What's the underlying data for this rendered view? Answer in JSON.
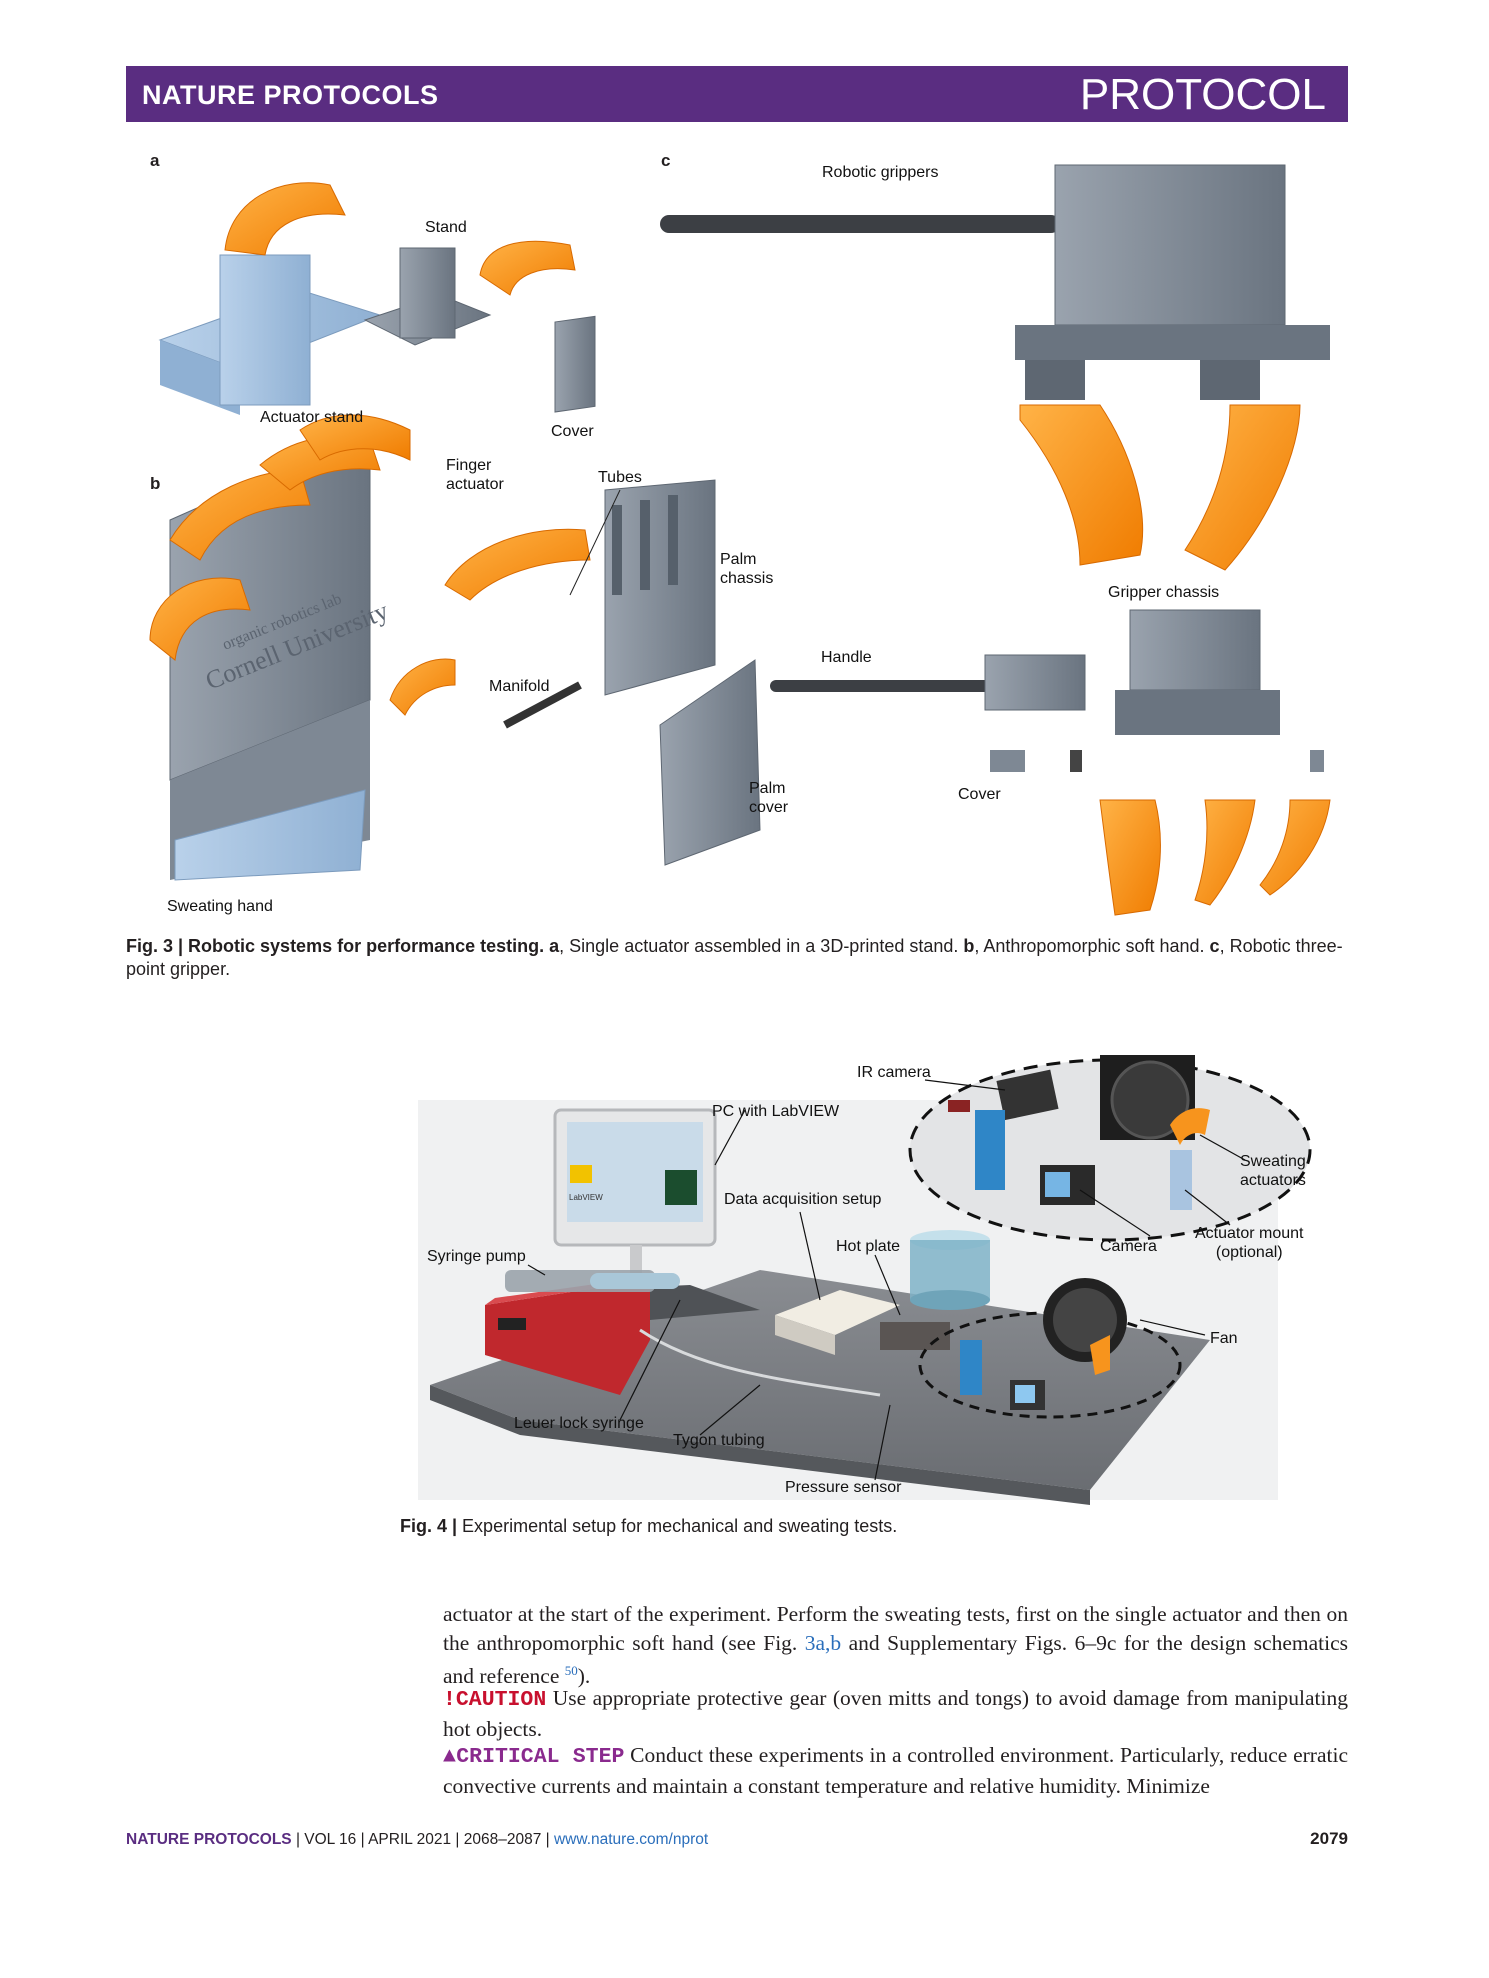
{
  "header": {
    "journal": "NATURE PROTOCOLS",
    "article_type": "PROTOCOL"
  },
  "fig3": {
    "panel_a": "a",
    "panel_b": "b",
    "panel_c": "c",
    "labels": {
      "stand": "Stand",
      "actuator_stand": "Actuator stand",
      "cover_a": "Cover",
      "finger_actuator": "Finger\nactuator",
      "tubes": "Tubes",
      "palm_chassis": "Palm\nchassis",
      "manifold": "Manifold",
      "palm_cover": "Palm\ncover",
      "sweating_hand": "Sweating hand",
      "robotic_grippers": "Robotic grippers",
      "gripper_chassis": "Gripper chassis",
      "handle": "Handle",
      "cover_c": "Cover"
    },
    "caption_label": "Fig. 3 | Robotic systems for performance testing.",
    "caption_a": "a",
    "caption_a_text": ", Single actuator assembled in a 3D-printed stand. ",
    "caption_b": "b",
    "caption_b_text": ", Anthropomorphic soft hand. ",
    "caption_c": "c",
    "caption_c_text": ", Robotic three-point gripper."
  },
  "fig4": {
    "labels": {
      "ir_camera": "IR camera",
      "pc_labview": "PC with LabVIEW",
      "sweating_actuators": "Sweating\nactuators",
      "data_acquisition": "Data acquisition setup",
      "hot_plate": "Hot plate",
      "camera": "Camera",
      "actuator_mount": "Actuator mount\n(optional)",
      "syringe_pump": "Syringe pump",
      "fan": "Fan",
      "leuer_lock_syringe": "Leuer lock syringe",
      "tygon_tubing": "Tygon tubing",
      "pressure_sensor": "Pressure sensor"
    },
    "screen_logo": "LabVIEW",
    "hand_engraving": {
      "line1": "organic robotics lab",
      "line2": "Cornell University"
    },
    "caption_label": "Fig. 4 |",
    "caption_text": " Experimental setup for mechanical and sweating tests."
  },
  "body": {
    "p1_a": "actuator at the start of the experiment. Perform the sweating tests, first on the single actuator and then on the anthropomorphic soft hand (see Fig. ",
    "p1_link": "3a,b",
    "p1_b": " and Supplementary Figs. 6–9c for the design schematics and reference ",
    "p1_ref": "50",
    "p1_c": ").",
    "caution_label": "!CAUTION",
    "caution_text": " Use appropriate protective gear (oven mitts and tongs) to avoid damage from manipulating hot objects.",
    "critical_label": "▲CRITICAL STEP",
    "critical_text": " Conduct these experiments in a controlled environment. Particularly, reduce erratic convective currents and maintain a constant temperature and relative humidity. Minimize"
  },
  "footer": {
    "journal": "NATURE PROTOCOLS",
    "volume": "VOL 16",
    "date": "APRIL 2021",
    "pages": "2068–2087",
    "url": "www.nature.com/nprot",
    "page_number": "2079"
  },
  "colors": {
    "banner": "#5a2d81",
    "actuator": "#f7941d",
    "gray_part": "#7f8a99",
    "blue_part": "#a9c4e0",
    "caution": "#c8102e",
    "critical": "#8a2a8e"
  }
}
